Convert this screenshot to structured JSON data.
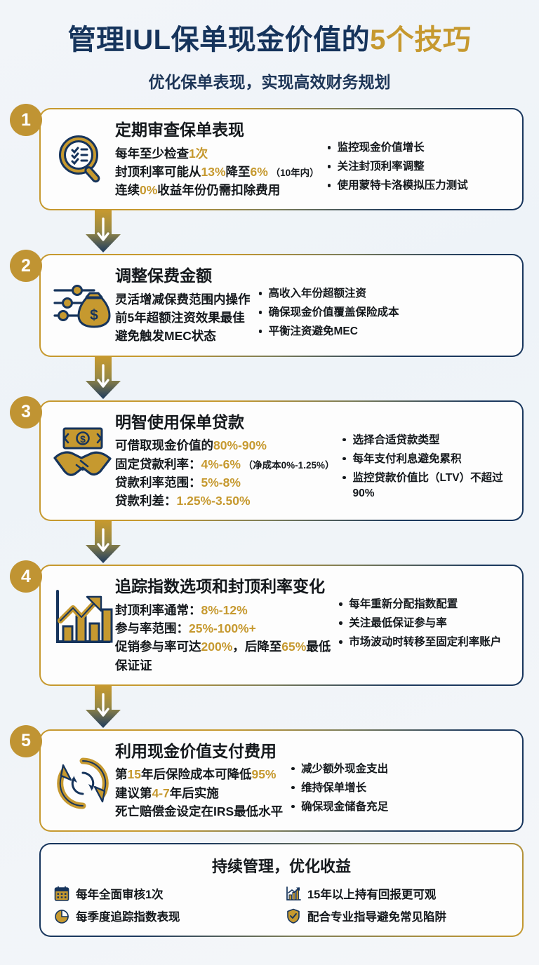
{
  "colors": {
    "gold": "#c6992f",
    "navy": "#16345c",
    "ink": "#14181c",
    "background": "#f0f4f8",
    "card": "#fdfdfd"
  },
  "header": {
    "title_main": "管理IUL保单现金价值的",
    "title_accent": "5个技巧",
    "subtitle": "优化保单表现，实现高效财务规划"
  },
  "steps": [
    {
      "number": "1",
      "icon": "magnifier-checklist-icon",
      "title": "定期审查保单表现",
      "facts": [
        [
          {
            "t": "每年至少检查",
            "c": "ink"
          },
          {
            "t": "1次",
            "c": "gold"
          }
        ],
        [
          {
            "t": "封顶利率可能从",
            "c": "ink"
          },
          {
            "t": "13%",
            "c": "gold"
          },
          {
            "t": "降至",
            "c": "ink"
          },
          {
            "t": "6%",
            "c": "gold"
          },
          {
            "t": " （10年内）",
            "c": "small"
          }
        ],
        [
          {
            "t": "连续",
            "c": "ink"
          },
          {
            "t": "0%",
            "c": "gold"
          },
          {
            "t": "收益年份仍需扣除费用",
            "c": "ink"
          }
        ]
      ],
      "bullets": [
        "监控现金价值增长",
        "关注封顶利率调整",
        "使用蒙特卡洛模拟压力测试"
      ]
    },
    {
      "number": "2",
      "icon": "sliders-moneybag-icon",
      "title": "调整保费金额",
      "facts": [
        [
          {
            "t": "灵活增减保费范围内操作",
            "c": "ink"
          }
        ],
        [
          {
            "t": "前5年超额注资效果最佳",
            "c": "ink"
          }
        ],
        [
          {
            "t": "避免触发MEC状态",
            "c": "ink"
          }
        ]
      ],
      "bullets": [
        "高收入年份超额注资",
        "确保现金价值覆盖保险成本",
        "平衡注资避免MEC"
      ]
    },
    {
      "number": "3",
      "icon": "banknote-handshake-icon",
      "title": "明智使用保单贷款",
      "facts": [
        [
          {
            "t": "可借取现金价值的",
            "c": "ink"
          },
          {
            "t": "80%-90%",
            "c": "gold"
          }
        ],
        [
          {
            "t": "固定贷款利率：",
            "c": "ink"
          },
          {
            "t": "4%-6%",
            "c": "gold"
          },
          {
            "t": " （净成本0%-1.25%）",
            "c": "small"
          }
        ],
        [
          {
            "t": "贷款利率范围：",
            "c": "ink"
          },
          {
            "t": "5%-8%",
            "c": "gold"
          }
        ],
        [
          {
            "t": "贷款利差：",
            "c": "ink"
          },
          {
            "t": "1.25%-3.50%",
            "c": "gold"
          }
        ]
      ],
      "bullets": [
        "选择合适贷款类型",
        "每年支付利息避免累积",
        "监控贷款价值比（LTV）不超过90%"
      ]
    },
    {
      "number": "4",
      "icon": "bar-chart-arrow-up-icon",
      "title": "追踪指数选项和封顶利率变化",
      "facts": [
        [
          {
            "t": "封顶利率通常：",
            "c": "ink"
          },
          {
            "t": "8%-12%",
            "c": "gold"
          }
        ],
        [
          {
            "t": "参与率范围：",
            "c": "ink"
          },
          {
            "t": "25%-100%+",
            "c": "gold"
          }
        ],
        [
          {
            "t": "促销参与率可达",
            "c": "ink"
          },
          {
            "t": "200%",
            "c": "gold"
          },
          {
            "t": "，后降至",
            "c": "ink"
          },
          {
            "t": "65%",
            "c": "gold"
          },
          {
            "t": "最低",
            "c": "ink"
          }
        ],
        [
          {
            "t": "保证证",
            "c": "ink"
          }
        ]
      ],
      "bullets": [
        "每年重新分配指数配置",
        "关注最低保证参与率",
        "市场波动时转移至固定利率账户"
      ]
    },
    {
      "number": "5",
      "icon": "refresh-cycle-icon",
      "title": "利用现金价值支付费用",
      "facts": [
        [
          {
            "t": "第",
            "c": "ink"
          },
          {
            "t": "15",
            "c": "gold"
          },
          {
            "t": "年后保险成本可降低",
            "c": "ink"
          },
          {
            "t": "95%",
            "c": "gold"
          }
        ],
        [
          {
            "t": "建议第",
            "c": "ink"
          },
          {
            "t": "4-7",
            "c": "gold"
          },
          {
            "t": "年后实施",
            "c": "ink"
          }
        ],
        [
          {
            "t": "死亡赔偿金设定在IRS最低水平",
            "c": "ink"
          }
        ]
      ],
      "bullets": [
        "减少额外现金支出",
        "维持保单增长",
        "确保现金储备充足"
      ]
    }
  ],
  "footer": {
    "title": "持续管理，优化收益",
    "items": [
      {
        "icon": "calendar-icon",
        "label": "每年全面审核1次"
      },
      {
        "icon": "bar-chart-up-icon",
        "label": "15年以上持有回报更可观"
      },
      {
        "icon": "pie-chart-icon",
        "label": "每季度追踪指数表现"
      },
      {
        "icon": "shield-check-icon",
        "label": "配合专业指导避免常见陷阱"
      }
    ]
  }
}
